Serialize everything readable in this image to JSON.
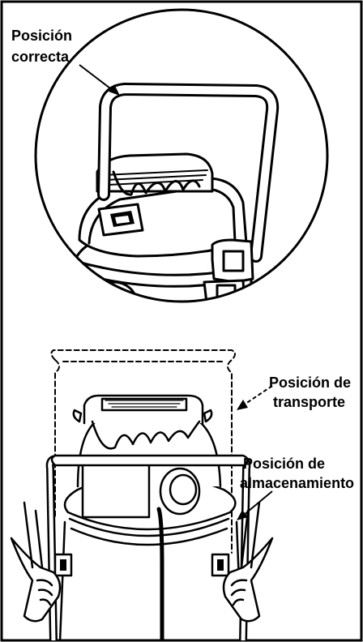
{
  "labels": {
    "correct_line1": "Posición",
    "correct_line2": "correcta",
    "transport_line1": "Posición de",
    "transport_line2": "transporte",
    "storage_line1": "Posición de",
    "storage_line2": "almacenamiento"
  }
}
